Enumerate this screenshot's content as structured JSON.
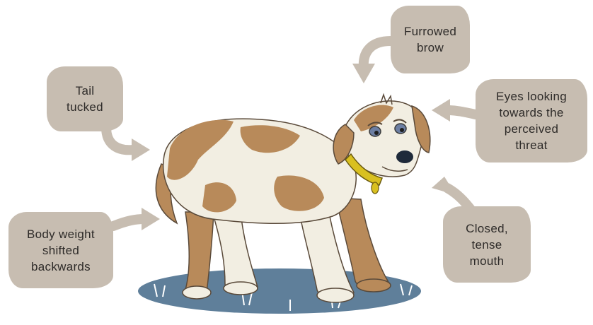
{
  "callouts": {
    "brow": {
      "lines": [
        "Furrowed",
        "brow"
      ]
    },
    "tail": {
      "lines": [
        "Tail",
        "tucked"
      ]
    },
    "eyes": {
      "lines": [
        "Eyes looking",
        "towards the",
        "perceived",
        "threat"
      ]
    },
    "weight": {
      "lines": [
        "Body weight",
        "shifted",
        "backwards"
      ]
    },
    "mouth": {
      "lines": [
        "Closed,",
        "tense",
        "mouth"
      ]
    }
  },
  "colors": {
    "callout_bg": "#c7bdb1",
    "arrow": "#c7bdb1",
    "coat_white": "#f2eee2",
    "coat_brown": "#b88a5a",
    "collar": "#d9c020",
    "ground": "#5f7f9a"
  }
}
